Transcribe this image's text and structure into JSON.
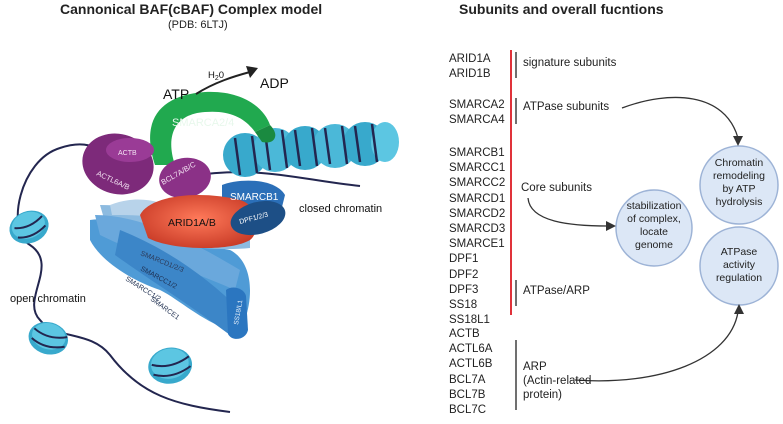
{
  "left": {
    "title": "Cannonical BAF(cBAF) Complex model",
    "subtitle": "(PDB: 6LTJ)",
    "atp": "ATP",
    "h2o": "H",
    "h2o_sub": "2",
    "h2o_o": "0",
    "adp": "ADP",
    "labels": {
      "smarca": "SMARCA2/4",
      "actb": "ACTB",
      "actl6": "ACTL6A/B",
      "bcl7": "BCL7A/B/C",
      "smarcb1": "SMARCB1",
      "dpf": "DPF1/2/3",
      "arid": "ARID1A/B",
      "smarcd": "SMARCD1/2/3",
      "smarcc1": "SMARCC1/2",
      "smarcc2": "SMARCC1/2",
      "smarce1": "SMARCE1",
      "ss18": "SS18/L1",
      "closed": "closed chromatin",
      "open": "open chromatin"
    }
  },
  "right": {
    "title": "Subunits and overall fucntions",
    "group1": [
      "ARID1A",
      "ARID1B"
    ],
    "group2": [
      "SMARCA2",
      "SMARCA4"
    ],
    "group3": [
      "SMARCB1",
      "SMARCC1",
      "SMARCC2",
      "SMARCD1",
      "SMARCD2",
      "SMARCD3",
      "SMARCE1",
      "DPF1",
      "DPF2",
      "DPF3",
      "SS18",
      "SS18L1"
    ],
    "group4": [
      "ACTB",
      "ACTL6A",
      "ACTL6B",
      "BCL7A",
      "BCL7B",
      "BCL7C"
    ],
    "notes": {
      "signature": "signature subunits",
      "atpase": "ATPase subunits",
      "core": "Core subunits",
      "atpase_arp": "ATPase/ARP",
      "arp": [
        "ARP",
        "(Actin-related",
        "protein)"
      ]
    },
    "circles": {
      "stabilization": [
        "stabilization",
        "of complex,",
        "locate",
        "genome"
      ],
      "remodeling": [
        "Chromatin",
        "remodeling",
        "by ATP",
        "hydrolysis"
      ],
      "regulation": [
        "ATPase",
        "activity",
        "regulation"
      ]
    },
    "colors": {
      "red_bar": "#e0323a",
      "circle_fill": "#dce7f6",
      "circle_stroke": "#9db3d6"
    }
  }
}
